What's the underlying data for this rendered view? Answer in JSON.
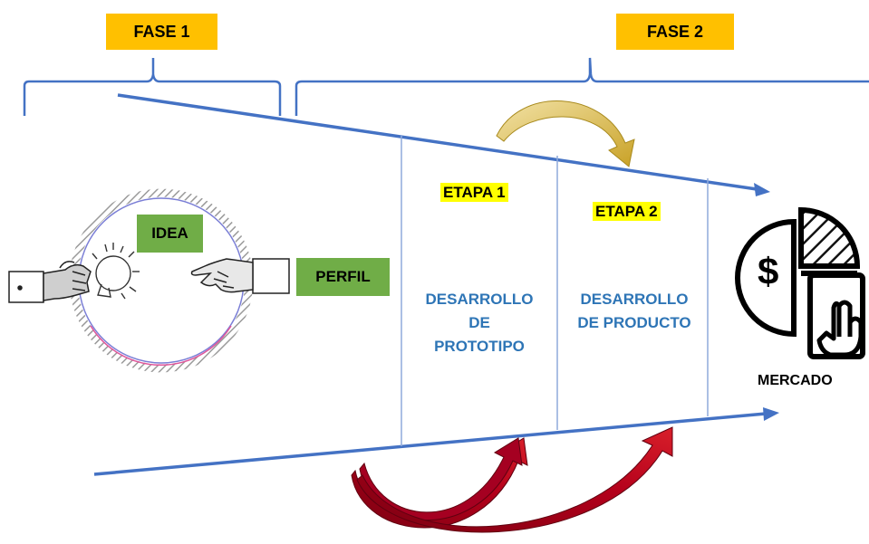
{
  "phases": [
    {
      "label": "FASE 1"
    },
    {
      "label": "FASE 2"
    }
  ],
  "stages": [
    {
      "label": "ETAPA 1",
      "description": "DESARROLLO DE PROTOTIPO"
    },
    {
      "label": "ETAPA 2",
      "description": "DESARROLLO DE PRODUCTO"
    }
  ],
  "idea_label": "IDEA",
  "perfil_label": "PERFIL",
  "market": {
    "label": "MERCADO",
    "symbol": "$"
  },
  "icons": [
    "lightbulb-icon",
    "handshake-icon",
    "market-pie-icon",
    "hand-pointer-icon"
  ],
  "colors": {
    "phase_bg": "#FFC000",
    "stage_highlight": "#FFFF00",
    "green_tag": "#70AD47",
    "blue_text": "#2E75B6",
    "line_blue": "#4472C4",
    "red_arrow": "#A50021",
    "gold_arrow": "#C9A227"
  }
}
